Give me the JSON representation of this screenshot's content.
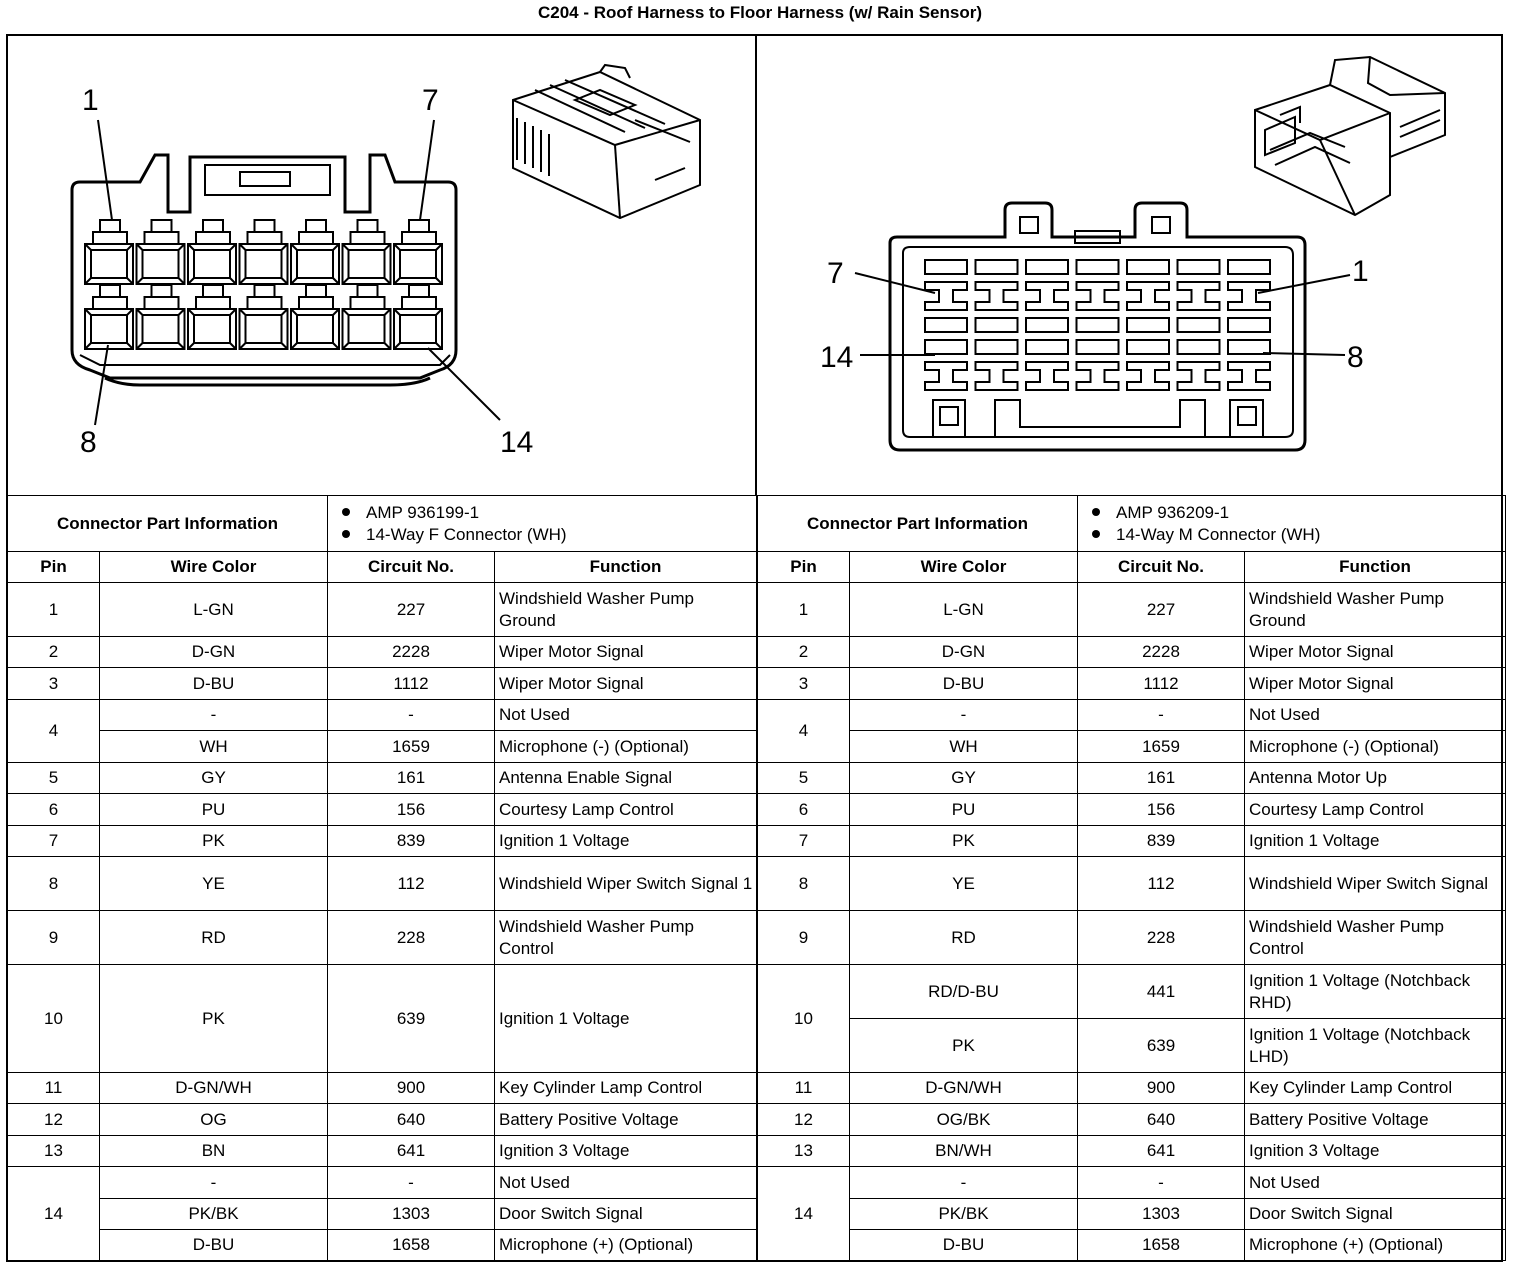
{
  "title": "C204 - Roof Harness to Floor Harness (w/ Rain Sensor)",
  "labels": {
    "left": {
      "top_left": "1",
      "top_right": "7",
      "bottom_left": "8",
      "bottom_right": "14"
    },
    "right": {
      "top_left": "7",
      "top_right": "1",
      "bottom_left": "14",
      "bottom_right": "8"
    }
  },
  "left_table": {
    "part_info_label": "Connector Part Information",
    "part_info": [
      "AMP 936199-1",
      "14-Way F Connector (WH)"
    ],
    "headers": [
      "Pin",
      "Wire Color",
      "Circuit No.",
      "Function"
    ],
    "rows": [
      {
        "pin": "1",
        "wire": "L-GN",
        "circuit": "227",
        "function": "Windshield Washer Pump Ground"
      },
      {
        "pin": "2",
        "wire": "D-GN",
        "circuit": "2228",
        "function": "Wiper Motor Signal"
      },
      {
        "pin": "3",
        "wire": "D-BU",
        "circuit": "1112",
        "function": "Wiper Motor Signal"
      },
      {
        "pin": "4",
        "wire": "-",
        "circuit": "-",
        "function": "Not Used"
      },
      {
        "pin": "",
        "wire": "WH",
        "circuit": "1659",
        "function": "Microphone (-) (Optional)"
      },
      {
        "pin": "5",
        "wire": "GY",
        "circuit": "161",
        "function": "Antenna Enable Signal"
      },
      {
        "pin": "6",
        "wire": "PU",
        "circuit": "156",
        "function": "Courtesy Lamp Control"
      },
      {
        "pin": "7",
        "wire": "PK",
        "circuit": "839",
        "function": "Ignition 1 Voltage"
      },
      {
        "pin": "8",
        "wire": "YE",
        "circuit": "112",
        "function": "Windshield Wiper Switch Signal 1"
      },
      {
        "pin": "9",
        "wire": "RD",
        "circuit": "228",
        "function": "Windshield Washer Pump Control"
      },
      {
        "pin": "10",
        "wire": "PK",
        "circuit": "639",
        "function": "Ignition 1 Voltage"
      },
      {
        "pin": "11",
        "wire": "D-GN/WH",
        "circuit": "900",
        "function": "Key Cylinder Lamp Control"
      },
      {
        "pin": "12",
        "wire": "OG",
        "circuit": "640",
        "function": "Battery Positive Voltage"
      },
      {
        "pin": "13",
        "wire": "BN",
        "circuit": "641",
        "function": "Ignition 3 Voltage"
      },
      {
        "pin": "14",
        "wire": "-",
        "circuit": "-",
        "function": "Not Used"
      },
      {
        "pin": "",
        "wire": "PK/BK",
        "circuit": "1303",
        "function": "Door Switch Signal"
      },
      {
        "pin": "",
        "wire": "D-BU",
        "circuit": "1658",
        "function": "Microphone (+) (Optional)"
      }
    ]
  },
  "right_table": {
    "part_info_label": "Connector Part Information",
    "part_info": [
      "AMP 936209-1",
      "14-Way M Connector (WH)"
    ],
    "headers": [
      "Pin",
      "Wire Color",
      "Circuit No.",
      "Function"
    ],
    "rows": [
      {
        "pin": "1",
        "wire": "L-GN",
        "circuit": "227",
        "function": "Windshield Washer Pump Ground"
      },
      {
        "pin": "2",
        "wire": "D-GN",
        "circuit": "2228",
        "function": "Wiper Motor Signal"
      },
      {
        "pin": "3",
        "wire": "D-BU",
        "circuit": "1112",
        "function": "Wiper Motor Signal"
      },
      {
        "pin": "4",
        "wire": "-",
        "circuit": "-",
        "function": "Not Used"
      },
      {
        "pin": "",
        "wire": "WH",
        "circuit": "1659",
        "function": "Microphone (-) (Optional)"
      },
      {
        "pin": "5",
        "wire": "GY",
        "circuit": "161",
        "function": "Antenna Motor Up"
      },
      {
        "pin": "6",
        "wire": "PU",
        "circuit": "156",
        "function": "Courtesy Lamp Control"
      },
      {
        "pin": "7",
        "wire": "PK",
        "circuit": "839",
        "function": "Ignition 1 Voltage"
      },
      {
        "pin": "8",
        "wire": "YE",
        "circuit": "112",
        "function": "Windshield Wiper Switch Signal"
      },
      {
        "pin": "9",
        "wire": "RD",
        "circuit": "228",
        "function": "Windshield Washer Pump Control"
      },
      {
        "pin": "10",
        "wire": "RD/D-BU",
        "circuit": "441",
        "function": "Ignition 1 Voltage (Notchback RHD)"
      },
      {
        "pin": "",
        "wire": "PK",
        "circuit": "639",
        "function": "Ignition 1 Voltage (Notchback LHD)"
      },
      {
        "pin": "11",
        "wire": "D-GN/WH",
        "circuit": "900",
        "function": "Key Cylinder Lamp Control"
      },
      {
        "pin": "12",
        "wire": "OG/BK",
        "circuit": "640",
        "function": "Battery Positive Voltage"
      },
      {
        "pin": "13",
        "wire": "BN/WH",
        "circuit": "641",
        "function": "Ignition 3 Voltage"
      },
      {
        "pin": "14",
        "wire": "-",
        "circuit": "-",
        "function": "Not Used"
      },
      {
        "pin": "",
        "wire": "PK/BK",
        "circuit": "1303",
        "function": "Door Switch Signal"
      },
      {
        "pin": "",
        "wire": "D-BU",
        "circuit": "1658",
        "function": "Microphone (+) (Optional)"
      }
    ]
  }
}
